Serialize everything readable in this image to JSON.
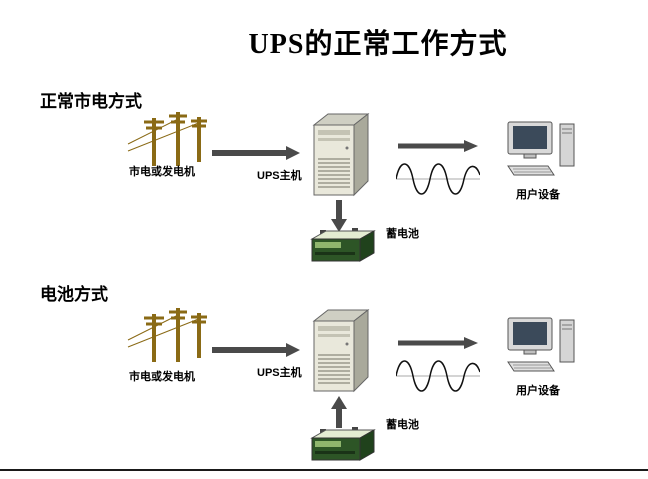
{
  "title": "UPS的正常工作方式",
  "colors": {
    "pole_brown": "#8a6a15",
    "battery_green": "#2d5526",
    "arrow_gray": "#4a4a4a",
    "ups_beige": "#e9e8db"
  },
  "sections": [
    {
      "label": "正常市电方式",
      "source_label": "市电或发电机",
      "ups_label": "UPS主机",
      "battery_label": "蓄电池",
      "device_label": "用户设备",
      "battery_flow": "ups-to-battery"
    },
    {
      "label": "电池方式",
      "source_label": "市电或发电机",
      "ups_label": "UPS主机",
      "battery_label": "蓄电池",
      "device_label": "用户设备",
      "battery_flow": "battery-to-ups"
    }
  ]
}
